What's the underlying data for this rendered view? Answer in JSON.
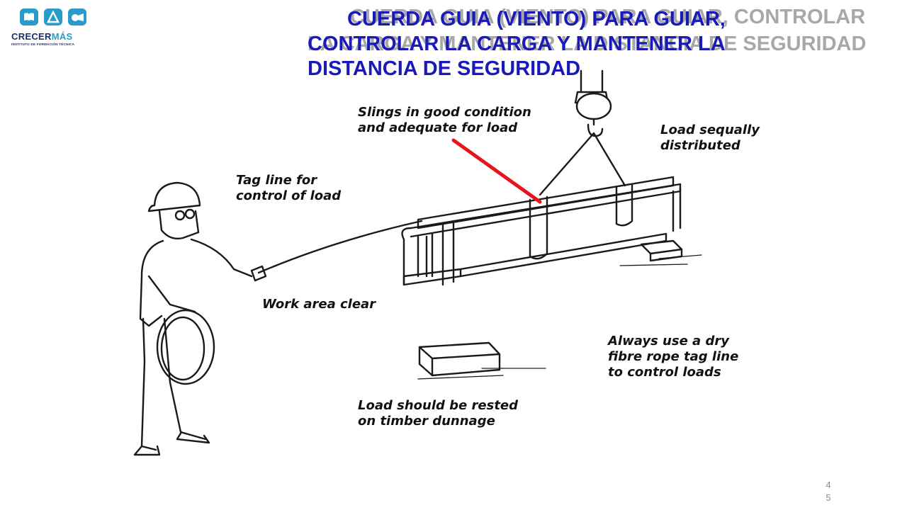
{
  "logo": {
    "name_main": "CRECER",
    "name_accent": "MÁS",
    "subtitle": "INSTITUTO DE FORMACIÓN TÉCNICA"
  },
  "title": {
    "line1": "CUERDA GUIA (VIENTO) PARA GUIAR,",
    "line2": "CONTROLAR  LA CARGA Y MANTENER LA",
    "line3": "DISTANCIA DE SEGURIDAD",
    "ghost_line1": "CUERDA GUIA (VIENTO) PARA GUIAR, CONTROLAR",
    "ghost_line2": "LA CARGA Y MANTENER LA DISTANCIA DE SEGURIDAD",
    "color": "#1a1ab8"
  },
  "figure": {
    "captions": {
      "slings_l1": "Slings in good condition",
      "slings_l2": "and adequate for load",
      "load_eq_l1": "Load sequally",
      "load_eq_l2": "distributed",
      "tag_l1": "Tag line for",
      "tag_l2": "control of load",
      "work_area": "Work area clear",
      "dry_rope_l1": "Always use a dry",
      "dry_rope_l2": "fibre rope tag line",
      "dry_rope_l3": "to control loads",
      "dunnage_l1": "Load should be rested",
      "dunnage_l2": "on timber dunnage"
    },
    "pointer_color": "#e8141c"
  },
  "page_number": "45"
}
